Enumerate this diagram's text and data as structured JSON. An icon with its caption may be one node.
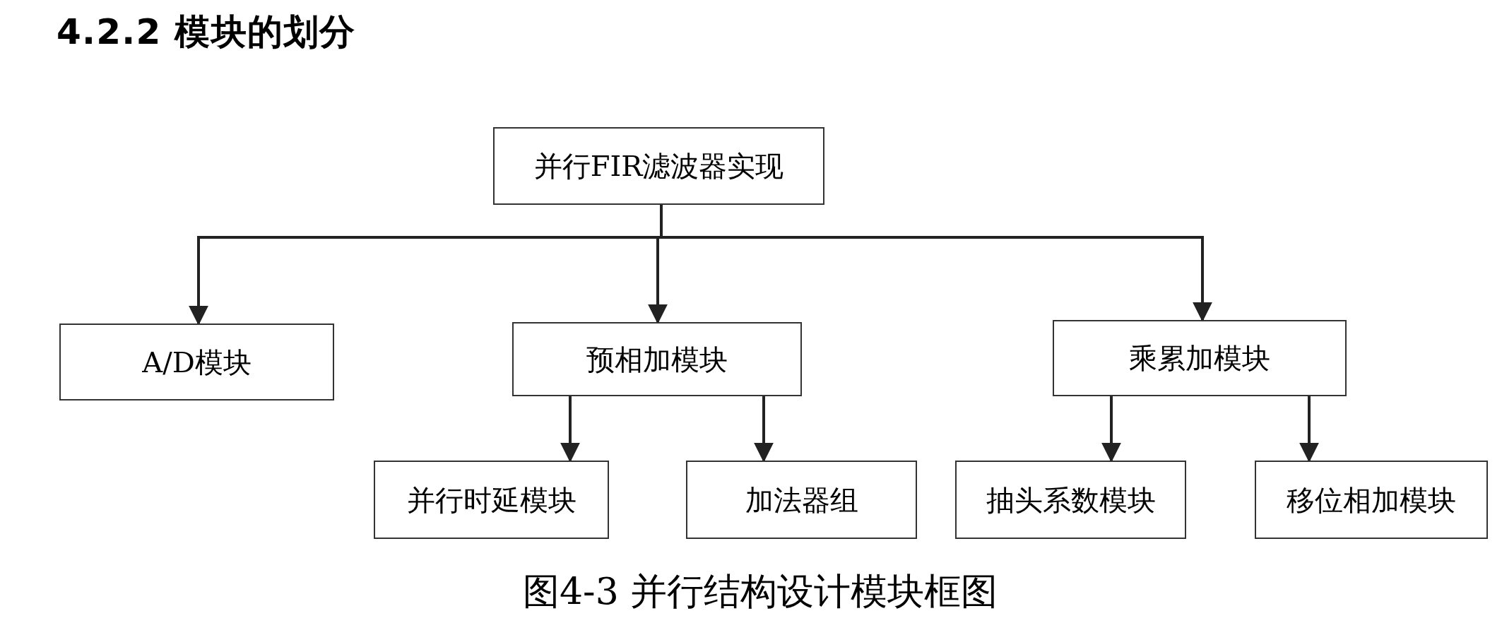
{
  "diagram": {
    "title": "4.2.2 模块的划分",
    "caption": "图4-3 并行结构设计模块框图",
    "nodes": [
      {
        "text": [
          "并行FIR滤波器实现"
        ]
      },
      {
        "text": [
          "A/D模块"
        ]
      },
      {
        "text": [
          "预相加模块"
        ]
      },
      {
        "text": [
          "乘累加模块"
        ]
      },
      {
        "text": [
          "并行时延模块"
        ]
      },
      {
        "text": [
          "加法器组"
        ]
      },
      {
        "text": [
          "抽头系数模块"
        ]
      },
      {
        "text": [
          "移位相加模块"
        ]
      }
    ],
    "edges": [
      {
        "from": 0,
        "to": 1,
        "arrow": "to"
      },
      {
        "from": 0,
        "to": 2,
        "arrow": "to"
      },
      {
        "from": 0,
        "to": 3,
        "arrow": "to"
      },
      {
        "from": 2,
        "to": 4,
        "arrow": "to"
      },
      {
        "from": 2,
        "to": 5,
        "arrow": "to"
      },
      {
        "from": 3,
        "to": 6,
        "arrow": "to"
      },
      {
        "from": 3,
        "to": 7,
        "arrow": "to"
      }
    ]
  }
}
